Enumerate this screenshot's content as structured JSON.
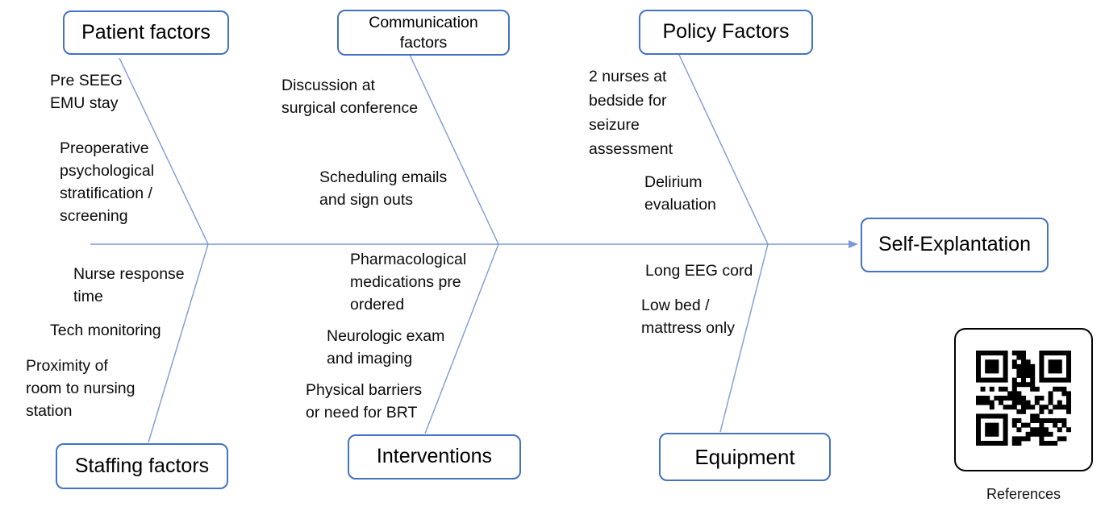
{
  "diagram_type": "fishbone",
  "effect": {
    "label": "Self-Explantation"
  },
  "categories": [
    {
      "id": "patient",
      "label": "Patient factors",
      "side": "top",
      "causes": [
        "Pre SEEG\nEMU stay",
        "Preoperative\npsychological\nstratification /\nscreening"
      ]
    },
    {
      "id": "communication",
      "label": "Communication\nfactors",
      "side": "top",
      "causes": [
        "Discussion at\nsurgical conference",
        "Scheduling emails\nand sign outs"
      ]
    },
    {
      "id": "policy",
      "label": "Policy Factors",
      "side": "top",
      "causes": [
        "2 nurses at\nbedside for\nseizure\nassessment",
        "Delirium\nevaluation"
      ]
    },
    {
      "id": "staffing",
      "label": "Staffing factors",
      "side": "bottom",
      "causes": [
        "Nurse response\ntime",
        "Tech monitoring",
        "Proximity of\nroom to nursing\nstation"
      ]
    },
    {
      "id": "interventions",
      "label": "Interventions",
      "side": "bottom",
      "causes": [
        "Pharmacological\nmedications pre\nordered",
        "Neurologic exam\nand imaging",
        "Physical barriers\nor need for BRT"
      ]
    },
    {
      "id": "equipment",
      "label": "Equipment",
      "side": "bottom",
      "causes": [
        "Long EEG cord",
        "Low bed /\nmattress only"
      ]
    }
  ],
  "qr": {
    "caption": "References"
  },
  "colors": {
    "branch_line": "#7C9AD6",
    "box_border": "#4472C4",
    "text": "#000000",
    "qr_border": "#000000"
  }
}
